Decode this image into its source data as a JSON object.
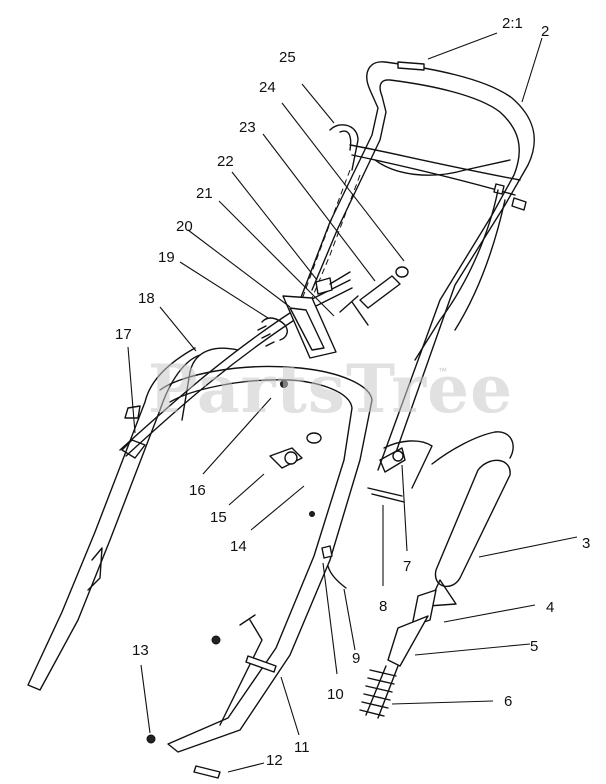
{
  "watermark": {
    "text": "PartsTree",
    "trademark": "™",
    "color": "#c8c8c8"
  },
  "callouts": [
    {
      "id": "2:1",
      "label": "2:1"
    },
    {
      "id": "2",
      "label": "2"
    },
    {
      "id": "25",
      "label": "25"
    },
    {
      "id": "24",
      "label": "24"
    },
    {
      "id": "23",
      "label": "23"
    },
    {
      "id": "22",
      "label": "22"
    },
    {
      "id": "21",
      "label": "21"
    },
    {
      "id": "20",
      "label": "20"
    },
    {
      "id": "19",
      "label": "19"
    },
    {
      "id": "18",
      "label": "18"
    },
    {
      "id": "17",
      "label": "17"
    },
    {
      "id": "16",
      "label": "16"
    },
    {
      "id": "15",
      "label": "15"
    },
    {
      "id": "14",
      "label": "14"
    },
    {
      "id": "3",
      "label": "3"
    },
    {
      "id": "4",
      "label": "4"
    },
    {
      "id": "5",
      "label": "5"
    },
    {
      "id": "6",
      "label": "6"
    },
    {
      "id": "7",
      "label": "7"
    },
    {
      "id": "8",
      "label": "8"
    },
    {
      "id": "9",
      "label": "9"
    },
    {
      "id": "10",
      "label": "10"
    },
    {
      "id": "11",
      "label": "11"
    },
    {
      "id": "12",
      "label": "12"
    },
    {
      "id": "13",
      "label": "13"
    }
  ]
}
